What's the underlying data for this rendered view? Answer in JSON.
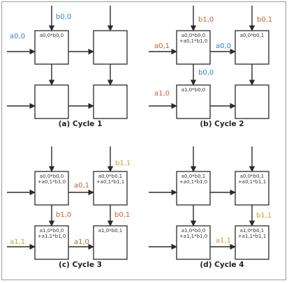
{
  "colors": {
    "blue": "#2f7fd0",
    "orange": "#c0622a",
    "gold": "#c9a227",
    "line": "#2a2a2a",
    "text": "#333333"
  },
  "panels": [
    {
      "caption": "(a) Cycle 1",
      "cells": [
        [
          "a0,0*b0,0"
        ],
        [],
        [],
        []
      ],
      "labels": [
        {
          "id": "b00",
          "text": "b0,0",
          "color": "blue"
        },
        {
          "id": "a00",
          "text": "a0,0",
          "color": "blue"
        }
      ]
    },
    {
      "caption": "(b) Cycle 2",
      "cells": [
        [
          "a0,0*b0,0",
          "+a0,1*b1,0"
        ],
        [
          "a0,0*b0,1"
        ],
        [
          "a1,0*b0,0"
        ],
        []
      ],
      "labels": [
        {
          "id": "b10",
          "text": "b1,0",
          "color": "orange"
        },
        {
          "id": "b01",
          "text": "b0,1",
          "color": "orange"
        },
        {
          "id": "a01",
          "text": "a0,1",
          "color": "orange"
        },
        {
          "id": "a00r",
          "text": "a0,0",
          "color": "blue"
        },
        {
          "id": "b00d",
          "text": "b0,0",
          "color": "blue"
        },
        {
          "id": "a10",
          "text": "a1,0",
          "color": "orange"
        }
      ]
    },
    {
      "caption": "(c) Cycle 3",
      "cells": [
        [
          "a0,0*b0,0",
          "+a0,1*b1,0"
        ],
        [
          "a0,0*b0,1",
          "+a0,1*b1,1"
        ],
        [
          "a1,0*b0,0",
          "+a1,1*b1,0"
        ],
        [
          "a1,0*b0,1"
        ]
      ],
      "labels": [
        {
          "id": "b11",
          "text": "b1,1",
          "color": "gold"
        },
        {
          "id": "a01r",
          "text": "a0,1",
          "color": "orange"
        },
        {
          "id": "b10d",
          "text": "b1,0",
          "color": "orange"
        },
        {
          "id": "b01d",
          "text": "b0,1",
          "color": "orange"
        },
        {
          "id": "a11",
          "text": "a1,1",
          "color": "gold"
        },
        {
          "id": "a10r",
          "text": "a1,0",
          "color": "orange"
        }
      ]
    },
    {
      "caption": "(d) Cycle 4",
      "cells": [
        [
          "a0,0*b0,1",
          "+a0,1*b1,0"
        ],
        [
          "a0,0*b0,1",
          "+a0,1*b1,1"
        ],
        [
          "a1,0*b0,0",
          "+a1,1*b1,0"
        ],
        [
          "a1,0*b0,1",
          "+a1,1*b1,1"
        ]
      ],
      "labels": [
        {
          "id": "b11d",
          "text": "b1,1",
          "color": "gold"
        },
        {
          "id": "a11r",
          "text": "a1,1",
          "color": "gold"
        }
      ]
    }
  ]
}
